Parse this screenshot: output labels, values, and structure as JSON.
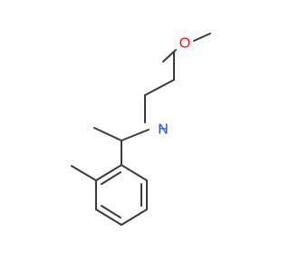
{
  "molecule": {
    "atoms": [
      {
        "symbol": "O",
        "color": "#ff0d0d"
      },
      {
        "symbol": "N",
        "color": "#3050f8"
      },
      {
        "symbol": "H",
        "color": "#3050f8"
      }
    ],
    "bond_color": "#3a3a3a",
    "background": "#ffffff"
  }
}
